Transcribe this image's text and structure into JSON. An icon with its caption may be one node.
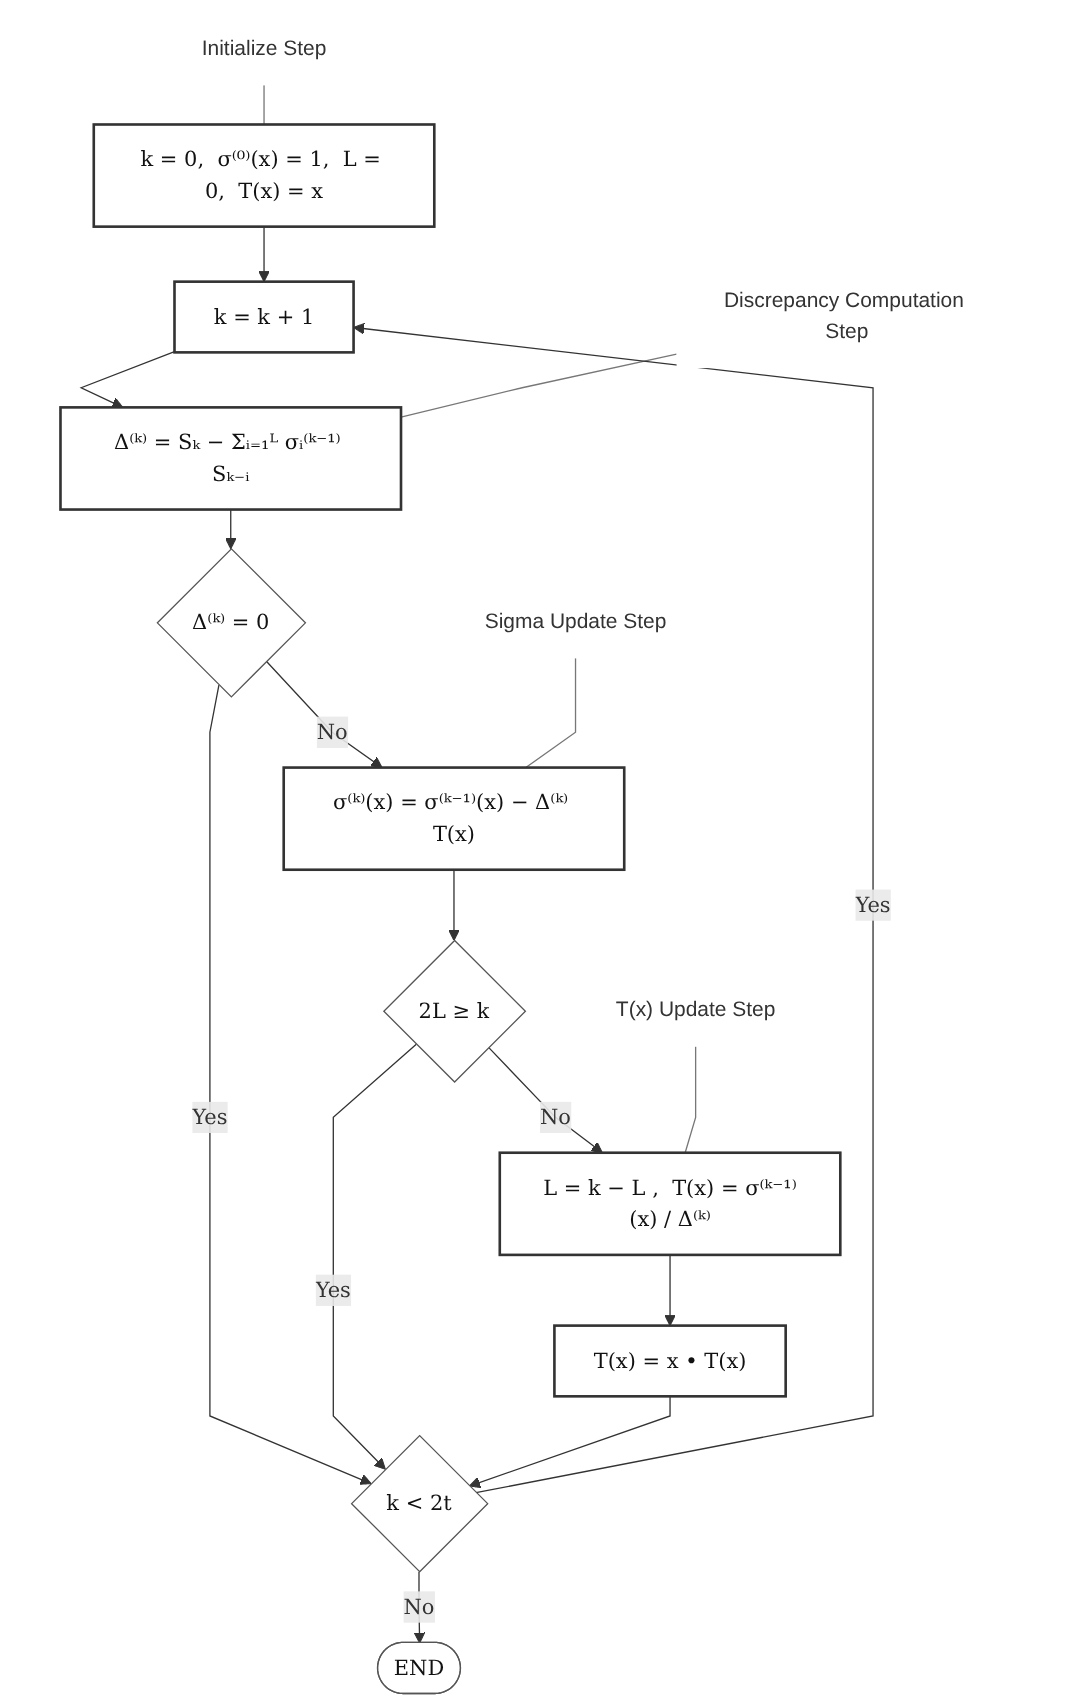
{
  "diagram": {
    "nodes": [
      {
        "text": [
          "k = 0,  σ⁽⁰⁾(x) = 1,  L = 0,  T(x) = x"
        ]
      },
      {
        "text": [
          "Initialize Step"
        ]
      },
      {
        "text": [
          "k = k + 1"
        ]
      },
      {
        "text": [
          "Δ⁽ᵏ⁾ = Sₖ − Σᵢ₌₁ᴸ σᵢ⁽ᵏ⁻¹⁾ Sₖ₋ᵢ"
        ]
      },
      {
        "text": [
          "Discrepancy Computation Step"
        ]
      },
      {
        "text": [
          "Δ⁽ᵏ⁾ = 0"
        ]
      },
      {
        "text": [
          "σ⁽ᵏ⁾(x) = σ⁽ᵏ⁻¹⁾(x) − Δ⁽ᵏ⁾ T(x)"
        ]
      },
      {
        "text": [
          "Sigma Update Step"
        ]
      },
      {
        "text": [
          "2L ≥ k"
        ]
      },
      {
        "text": [
          "L = k − L ,  T(x) = σ⁽ᵏ⁻¹⁾(x) / Δ⁽ᵏ⁾"
        ]
      },
      {
        "text": [
          "T(x) Update Step"
        ]
      },
      {
        "text": [
          "T(x) = x • T(x)"
        ]
      },
      {
        "text": [
          "k < 2t"
        ]
      },
      {
        "text": [
          "END"
        ]
      }
    ],
    "edges": [
      {
        "from": 0,
        "to": 2,
        "arrow": "to"
      },
      {
        "from": 1,
        "to": 0,
        "arrow": "none"
      },
      {
        "from": 2,
        "to": 3,
        "arrow": "to"
      },
      {
        "from": 4,
        "to": 3,
        "arrow": "none"
      },
      {
        "from": 3,
        "to": 5,
        "arrow": "to"
      },
      {
        "from": 5,
        "to": 6,
        "arrow": "to",
        "label": "No"
      },
      {
        "from": 5,
        "to": 12,
        "arrow": "to",
        "label": "Yes"
      },
      {
        "from": 7,
        "to": 6,
        "arrow": "none"
      },
      {
        "from": 6,
        "to": 8,
        "arrow": "to"
      },
      {
        "from": 8,
        "to": 9,
        "arrow": "to",
        "label": "No"
      },
      {
        "from": 8,
        "to": 12,
        "arrow": "to",
        "label": "Yes"
      },
      {
        "from": 10,
        "to": 9,
        "arrow": "none"
      },
      {
        "from": 9,
        "to": 11,
        "arrow": "to"
      },
      {
        "from": 11,
        "to": 12,
        "arrow": "to"
      },
      {
        "from": 12,
        "to": 2,
        "arrow": "to",
        "label": "Yes"
      },
      {
        "from": 12,
        "to": 13,
        "arrow": "to",
        "label": "No"
      }
    ]
  }
}
